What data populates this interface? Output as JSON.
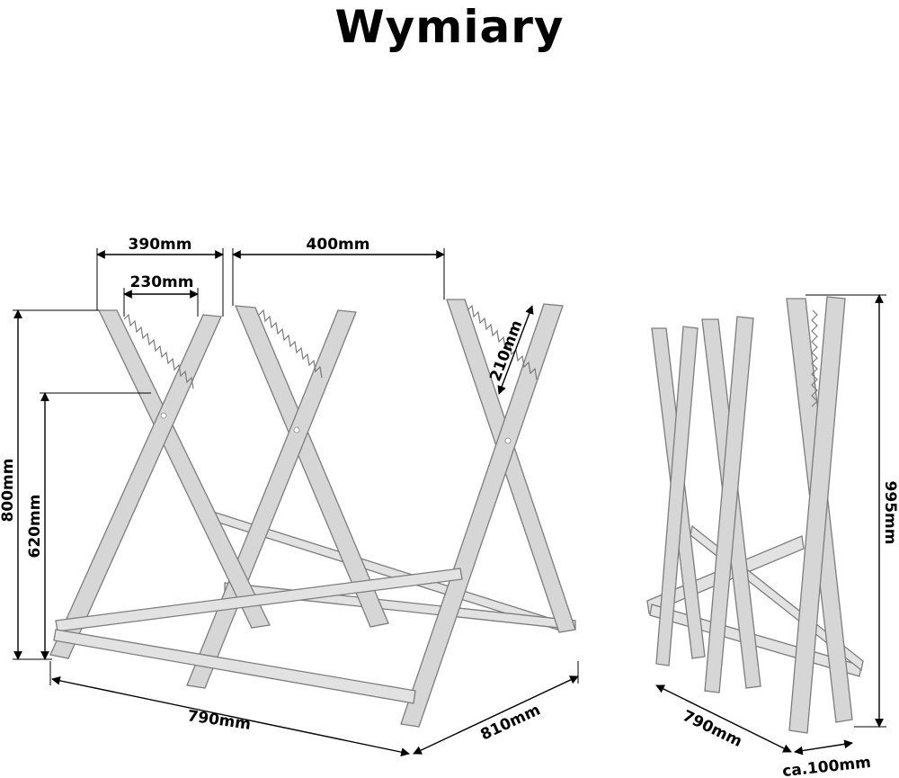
{
  "title": "Wymiary",
  "dimensions": {
    "top_width_outer": "390mm",
    "top_width_inner": "230mm",
    "leg_spacing": "400mm",
    "teeth_length": "210mm",
    "height_total": "800mm",
    "height_inner": "620mm",
    "base_length": "790mm",
    "base_depth": "810mm",
    "folded_height": "995mm",
    "folded_length": "790mm",
    "folded_depth": "ca.100mm"
  }
}
